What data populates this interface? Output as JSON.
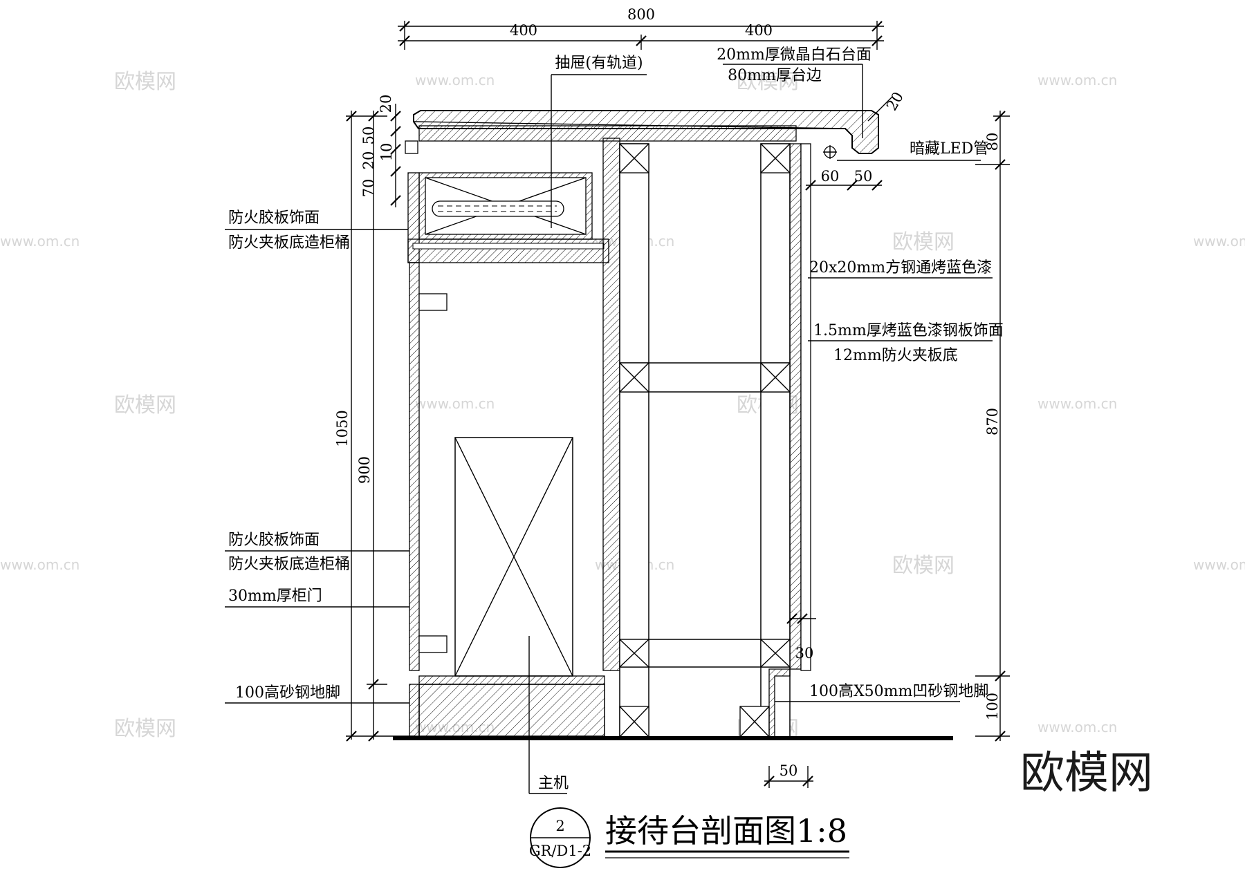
{
  "watermark": {
    "cn": "欧模网",
    "url": "www.om.cn"
  },
  "logo": "欧模网",
  "title": {
    "text": "接待台剖面图1:8",
    "symbol_top": "2",
    "symbol_bottom": "GR/D1-2"
  },
  "dimensions": {
    "top_total": "800",
    "top_left": "400",
    "top_right": "400",
    "left_20a": "20",
    "left_50": "50",
    "left_20b": "20",
    "left_10": "10",
    "left_70": "70",
    "left_1050": "1050",
    "left_900": "900",
    "right_20": "20",
    "right_80": "80",
    "right_870": "870",
    "right_100": "100",
    "led_60": "60",
    "led_50": "50",
    "base_30": "30",
    "bottom_50": "50"
  },
  "annotations": {
    "drawer": "抽屉(有轨道)",
    "counter_top_1": "20mm厚微晶白石台面",
    "counter_top_2": "80mm厚台边",
    "led": "暗藏LED管",
    "fire_panel_1a": "防火胶板饰面",
    "fire_panel_1b": "防火夹板底造柜桶",
    "square_steel": "20x20mm方钢通烤蓝色漆",
    "steel_panel_1": "1.5mm厚烤蓝色漆钢板饰面",
    "steel_panel_2": "12mm防火夹板底",
    "fire_panel_2a": "防火胶板饰面",
    "fire_panel_2b": "防火夹板底造柜桶",
    "door": "30mm厚柜门",
    "foot_left": "100高砂钢地脚",
    "foot_right": "100高X50mm凹砂钢地脚",
    "host": "主机"
  }
}
